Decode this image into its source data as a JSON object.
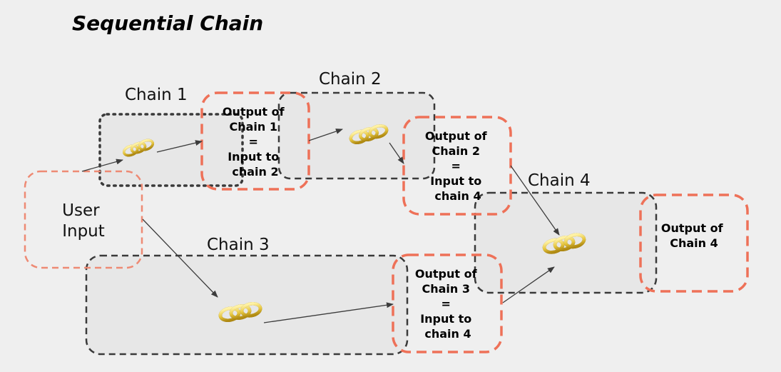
{
  "title": "Sequential Chain",
  "user_input": {
    "line1": "User",
    "line2": "Input"
  },
  "chains": {
    "c1": {
      "label": "Chain 1"
    },
    "c2": {
      "label": "Chain 2"
    },
    "c3": {
      "label": "Chain 3"
    },
    "c4": {
      "label": "Chain 4"
    }
  },
  "outputs": {
    "o1": [
      "Output of",
      "Chain 1",
      "=",
      "Input to",
      "chain 2"
    ],
    "o2": [
      "Output of",
      "Chain 2",
      "=",
      "Input to",
      "chain 4"
    ],
    "o3": [
      "Output of",
      "Chain 3",
      "=",
      "Input to",
      "chain 4"
    ],
    "o4": [
      "Output of",
      "Chain 4"
    ]
  },
  "colors": {
    "output_border": "#ee7158",
    "user_border": "#ee8a74",
    "chain_border": "#3a3a3a",
    "chain_fill": "#e5e5e5",
    "link_gold": "#e8c94a",
    "background": "#efefef"
  },
  "icons": [
    "chain-link-icon"
  ]
}
